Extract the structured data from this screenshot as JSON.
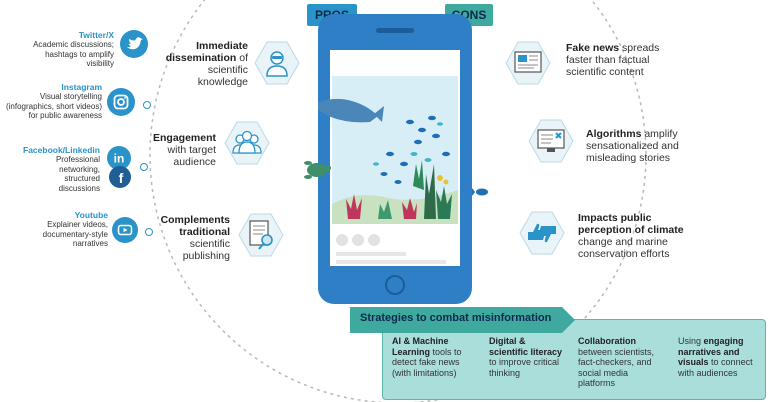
{
  "social": [
    {
      "name": "Twitter/X",
      "desc": [
        "Academic discussions;",
        "hashtags to amplify",
        "visibility"
      ],
      "icon": "twitter-bird-icon"
    },
    {
      "name": "Instagram",
      "desc": [
        "Visual storytelling",
        "(infographics, short videos)",
        "for public awareness"
      ],
      "icon": "instagram-camera-icon"
    },
    {
      "name": "Facebook/Linkedin",
      "desc": [
        "Professional",
        "networking,",
        "structured",
        "discussions"
      ],
      "icon": "linkedin-facebook-icon"
    },
    {
      "name": "Youtube",
      "desc": [
        "Explainer videos,",
        "documentary-style",
        "narratives"
      ],
      "icon": "youtube-play-icon"
    }
  ],
  "pros_label": "PROS",
  "cons_label": "CONS",
  "pros": [
    {
      "bold": "Immediate dissemination",
      "rest": "of scientific knowledge",
      "icon": "scientist-icon"
    },
    {
      "bold": "Engagement",
      "rest": "with target audience",
      "icon": "people-group-icon"
    },
    {
      "bold": "Complements traditional",
      "rest": "scientific publishing",
      "icon": "document-magnifier-icon"
    }
  ],
  "cons": [
    {
      "bold": "Fake news",
      "rest": "spreads faster than factual scientific content",
      "icon": "fake-news-icon"
    },
    {
      "bold": "Algorithms",
      "rest": "amplify sensationalized and misleading stories",
      "icon": "algorithm-screen-icon"
    },
    {
      "bold": "Impacts public perception of climate",
      "rest": "change and marine conservation efforts",
      "icon": "thumbs-icon"
    }
  ],
  "strategies": {
    "title": "Strategies to combat misinformation",
    "items": [
      {
        "bold": "AI & Machine Learning",
        "rest": "tools to detect fake news (with limitations)"
      },
      {
        "bold": "Digital & scientific literacy",
        "rest": "to improve critical thinking"
      },
      {
        "bold": "Collaboration",
        "rest": "between scientists, fact-checkers, and social media platforms"
      },
      {
        "pre": "Using",
        "bold": "engaging narratives and visuals",
        "rest": "to connect with audiences"
      }
    ]
  },
  "colors": {
    "accent": "#2a93c9",
    "teal": "#3fa9a0",
    "strategy_bg": "#a9dedb",
    "phone": "#2f7fc6"
  }
}
